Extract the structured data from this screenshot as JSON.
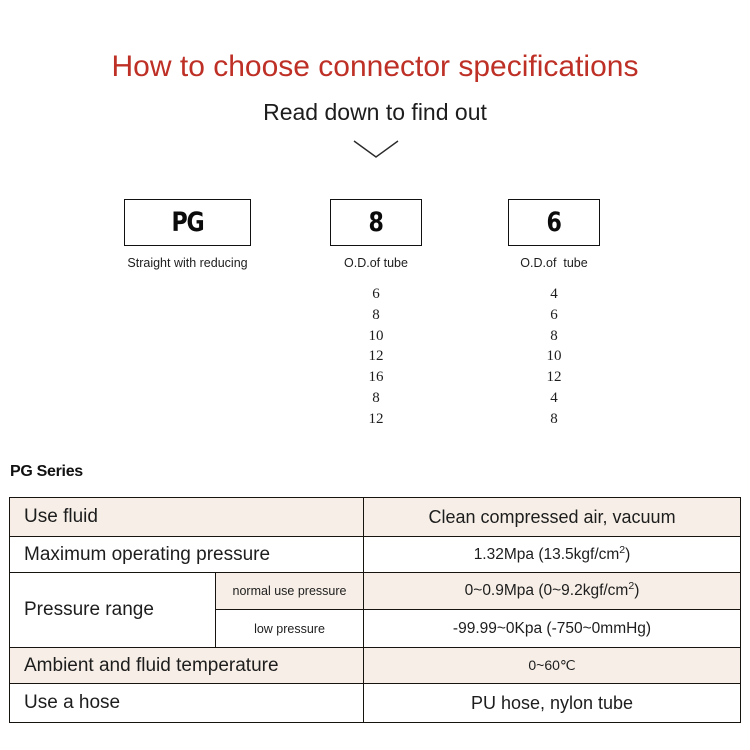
{
  "header": {
    "title": "How to choose connector specifications",
    "subtitle": "Read down to find out",
    "title_color": "#be3026",
    "chevron_icon": "chevron-down-icon"
  },
  "selector": {
    "boxes": [
      {
        "code": "PG",
        "caption": "Straight with reducing"
      },
      {
        "code": "8",
        "caption": "O.D.of tube"
      },
      {
        "code": "6",
        "caption": "O.D.of  tube"
      }
    ],
    "option_columns": [
      {
        "name": "first-tube-size",
        "values": [
          "6",
          "8",
          "10",
          "12",
          "16",
          "8",
          "12"
        ]
      },
      {
        "name": "second-tube-size",
        "values": [
          "4",
          "6",
          "8",
          "10",
          "12",
          "4",
          "8"
        ]
      }
    ]
  },
  "spec": {
    "series_label": "PG Series",
    "tint_color": "#f7efe7",
    "rows": [
      {
        "label": "Use fluid",
        "value": "Clean compressed air, vacuum",
        "tint": true
      },
      {
        "label": "Maximum operating pressure",
        "value_prefix": "1.32Mpa  (13.5kgf/cm",
        "value_sup": "2",
        "value_suffix": ")",
        "tint": false
      },
      {
        "label": "Pressure range",
        "sub_label": "normal use pressure",
        "value_prefix": "0~0.9Mpa  (0~9.2kgf/cm",
        "value_sup": "2",
        "value_suffix": ")",
        "tint": true
      },
      {
        "sub_label": "low pressure",
        "value": "-99.99~0Kpa  (-750~0mmHg)",
        "tint": false
      },
      {
        "label": "Ambient and fluid temperature",
        "value": "0~60℃",
        "tint": true
      },
      {
        "label": "Use a hose",
        "value": "PU hose, nylon tube",
        "tint": false
      }
    ]
  }
}
